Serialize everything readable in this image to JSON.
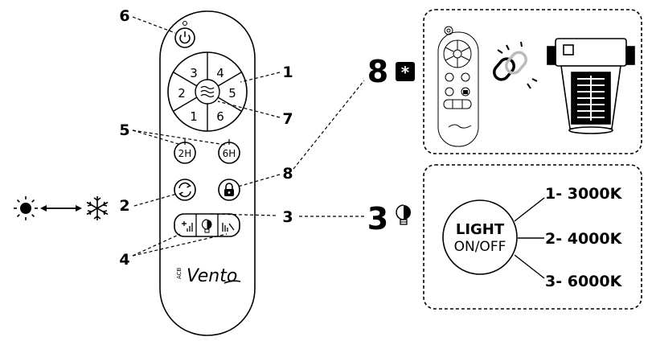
{
  "callouts": {
    "c1": "1",
    "c2": "2",
    "c3": "3",
    "c4": "4",
    "c5": "5",
    "c6": "6",
    "c7": "7",
    "c8": "8"
  },
  "remote": {
    "dial_numbers": [
      "3",
      "4",
      "2",
      "5",
      "1",
      "6"
    ],
    "timer_buttons": [
      "2H",
      "6H"
    ],
    "brand": "Vento",
    "brand_small": "ACB"
  },
  "pairing_panel": {
    "big_number": "8",
    "star": "*"
  },
  "light_panel": {
    "big_number": "3",
    "center_line1": "LIGHT",
    "center_line2": "ON/OFF",
    "options": [
      "1- 3000K",
      "2- 4000K",
      "3- 6000K"
    ]
  },
  "mode_toggle": {
    "warm_icon": "sun-icon",
    "cool_icon": "snowflake-icon"
  }
}
